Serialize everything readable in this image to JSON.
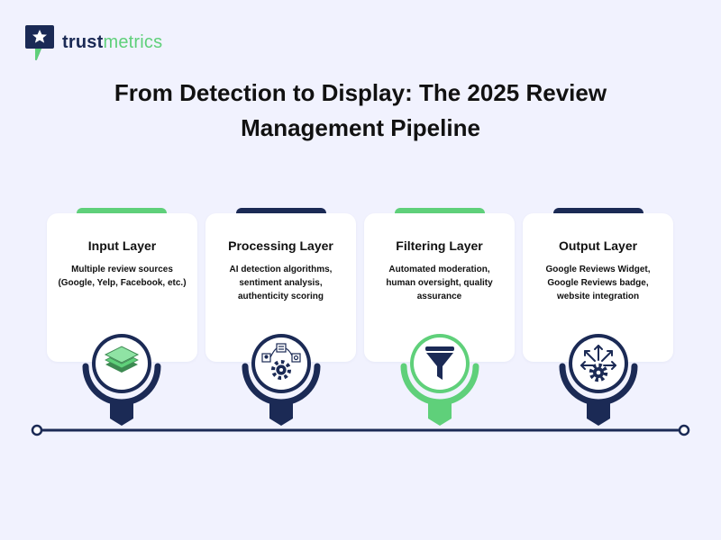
{
  "brand": {
    "name_part1": "trust",
    "name_part2": "metrics",
    "logo_icon": "star-in-speech-bubble-icon"
  },
  "title": {
    "line1": "From Detection to Display: The 2025 Review",
    "line2": "Management Pipeline"
  },
  "colors": {
    "navy": "#1b2a55",
    "green": "#5fd07a",
    "background": "#f1f2fe",
    "card": "#ffffff"
  },
  "stages": [
    {
      "title": "Input Layer",
      "desc_lines": [
        "Multiple review sources",
        "(Google, Yelp, Facebook, etc.)"
      ],
      "accent": "green",
      "ring": "navy",
      "icon": "layers-stack-icon"
    },
    {
      "title": "Processing Layer",
      "desc_lines": [
        "AI detection algorithms,",
        "sentiment analysis,",
        "authenticity scoring"
      ],
      "accent": "navy",
      "ring": "navy",
      "icon": "processing-gear-network-icon"
    },
    {
      "title": "Filtering Layer",
      "desc_lines": [
        "Automated moderation,",
        "human oversight, quality",
        "assurance"
      ],
      "accent": "green",
      "ring": "green",
      "icon": "funnel-filter-icon"
    },
    {
      "title": "Output Layer",
      "desc_lines": [
        "Google Reviews Widget,",
        "Google Reviews badge,",
        "website integration"
      ],
      "accent": "navy",
      "ring": "navy",
      "icon": "gear-arrows-out-icon"
    }
  ]
}
